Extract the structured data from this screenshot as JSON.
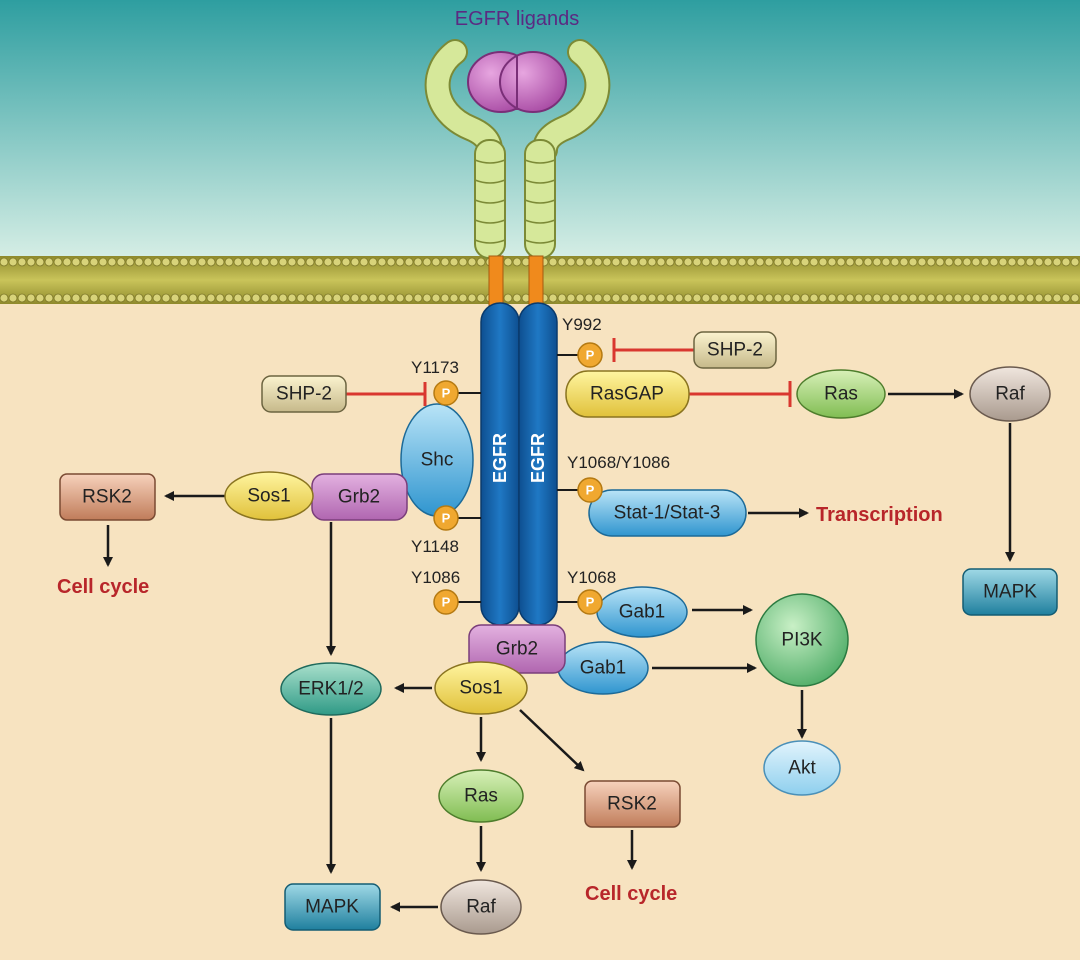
{
  "ligand_label": "EGFR ligands",
  "receptor_labels": [
    "EGFR",
    "EGFR"
  ],
  "phospho_label": "P",
  "sites": {
    "y992": "Y992",
    "y1173": "Y1173",
    "y1148": "Y1148",
    "y1086_left": "Y1086",
    "y1068_right": "Y1068",
    "y1068_y1086": "Y1068/Y1086"
  },
  "nodes": {
    "shp2_right": "SHP-2",
    "shp2_left": "SHP-2",
    "rasgap": "RasGAP",
    "ras_top": "Ras",
    "raf_top": "Raf",
    "mapk_right": "MAPK",
    "shc": "Shc",
    "grb2_left": "Grb2",
    "sos1_left": "Sos1",
    "rsk2_left": "RSK2",
    "stat": "Stat-1/Stat-3",
    "gab1_top": "Gab1",
    "gab1_bottom": "Gab1",
    "pi3k": "PI3K",
    "akt": "Akt",
    "grb2_center": "Grb2",
    "sos1_center": "Sos1",
    "erk": "ERK1/2",
    "ras_bottom": "Ras",
    "raf_bottom": "Raf",
    "rsk2_bottom": "RSK2",
    "mapk_bottom": "MAPK"
  },
  "outputs": {
    "cell_cycle_left": "Cell cycle",
    "transcription": "Transcription",
    "cell_cycle_bottom": "Cell cycle"
  },
  "colors": {
    "extracellular_top": "#2e9ea0",
    "extracellular_bottom": "#d8efe6",
    "cytoplasm": "#f7e3c0",
    "membrane": "#b9b44a",
    "receptor": "#1565b0",
    "ligand": "#b04db0",
    "extracellular_domain": "#d6e89a",
    "transmembrane": "#f08a1c",
    "phospho": "#f0a830",
    "inhibition": "#d9372f",
    "output_text": "#b8262a"
  }
}
